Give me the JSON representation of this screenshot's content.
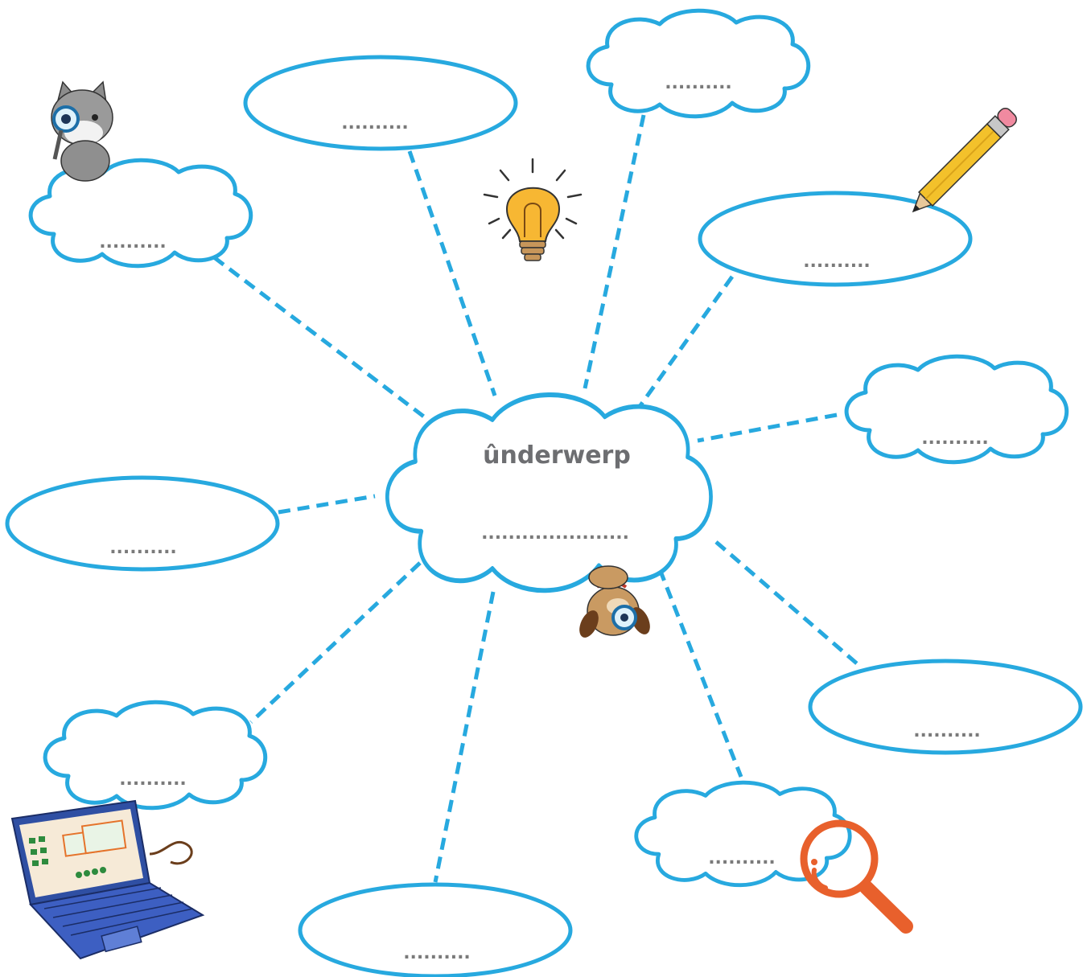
{
  "center": {
    "title": "ûnderwerp",
    "placeholder": "......................"
  },
  "nodes": [
    {
      "id": "top-left-cloud",
      "shape": "cloud",
      "label": ".........."
    },
    {
      "id": "top-oval",
      "shape": "oval",
      "label": ".........."
    },
    {
      "id": "top-right-cloud",
      "shape": "cloud",
      "label": ".........."
    },
    {
      "id": "right-upper-oval",
      "shape": "oval",
      "label": ".........."
    },
    {
      "id": "right-cloud",
      "shape": "cloud",
      "label": ".........."
    },
    {
      "id": "left-oval",
      "shape": "oval",
      "label": ".........."
    },
    {
      "id": "right-lower-oval",
      "shape": "oval",
      "label": ".........."
    },
    {
      "id": "bottom-left-cloud",
      "shape": "cloud",
      "label": ".........."
    },
    {
      "id": "bottom-oval",
      "shape": "oval",
      "label": ".........."
    },
    {
      "id": "bottom-right-cloud",
      "shape": "cloud",
      "label": ".........."
    }
  ],
  "colors": {
    "outline": "#27a9df",
    "connector": "#27a9df",
    "text": "#7a7a7a",
    "title": "#6d6e71"
  },
  "decorations": [
    "cat-with-magnifier-icon",
    "lightbulb-icon",
    "pencil-icon",
    "dog-with-magnifier-icon",
    "laptop-icon",
    "magnifying-glass-icon"
  ]
}
